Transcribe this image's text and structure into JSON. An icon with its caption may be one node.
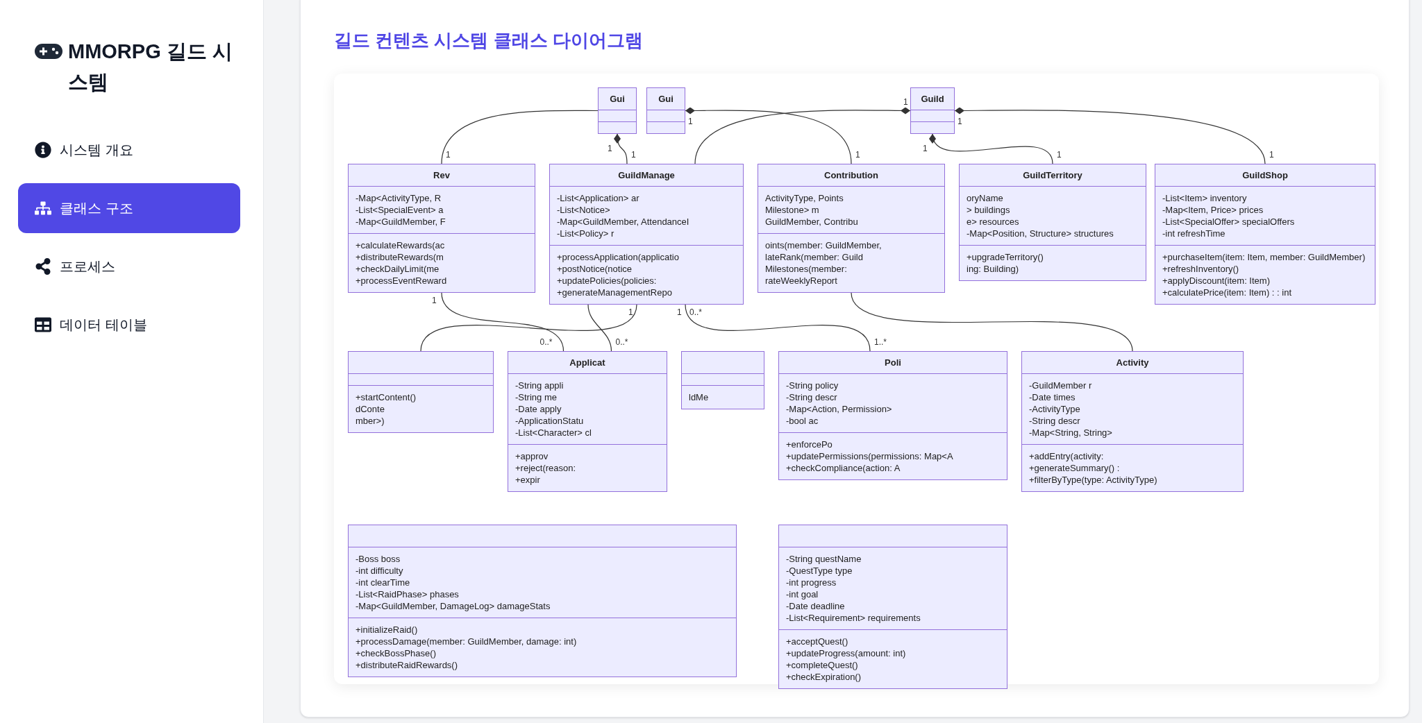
{
  "diagram": {
    "title": "길드 컨텐츠 시스템 클래스 다이어그램",
    "nodes": [
      {
        "text": [
          "Gui"
        ]
      },
      {
        "text": [
          "Gui"
        ]
      },
      {
        "text": [
          "Guild"
        ]
      },
      {
        "text": [
          "Rev",
          "-Map<ActivityType, R",
          "-List<SpecialEvent> a",
          "-Map<GuildMember, F",
          "+calculateRewards(ac",
          "+distributeRewards(m",
          "+checkDailyLimit(me",
          "+processEventReward"
        ]
      },
      {
        "text": [
          "GuildManage",
          "-List<Application> ar",
          "-List<Notice>",
          "-Map<GuildMember, AttendanceI",
          "-List<Policy> r",
          "+processApplication(applicatio",
          "+postNotice(notice",
          "+updatePolicies(policies:",
          "+generateManagementRepo"
        ]
      },
      {
        "text": [
          "Contribution",
          "ActivityType, Points",
          "Milestone> m",
          "GuildMember, Contribu",
          "oints(member: GuildMember,",
          "lateRank(member: Guild",
          "Milestones(member:",
          "rateWeeklyReport"
        ]
      },
      {
        "text": [
          "GuildTerritory",
          "oryName",
          "> buildings",
          "e> resources",
          "-Map<Position, Structure> structures",
          "+upgradeTerritory()",
          "ing: Building)"
        ]
      },
      {
        "text": [
          "GuildShop",
          "-List<Item> inventory",
          "-Map<Item, Price> prices",
          "-List<SpecialOffer> specialOffers",
          "-int refreshTime",
          "+purchaseItem(item: Item, member: GuildMember)",
          "+refreshInventory()",
          "+applyDiscount(item: Item)",
          "+calculatePrice(item: Item) : : int"
        ]
      },
      {
        "text": [
          "+startContent()",
          "dConte",
          "mber>)"
        ]
      },
      {
        "text": [
          "Applicat",
          "-String appli",
          "-String me",
          "-Date apply",
          "-ApplicationStatu",
          "-List<Character> cl",
          "+approv",
          "+reject(reason:",
          "+expir"
        ]
      },
      {
        "text": [
          "ldMe"
        ]
      },
      {
        "text": [
          "Poli",
          "-String policy",
          "-String descr",
          "-Map<Action, Permission>",
          "-bool ac",
          "+enforcePo",
          "+updatePermissions(permissions: Map<A",
          "+checkCompliance(action: A"
        ]
      },
      {
        "text": [
          "Activity",
          "-GuildMember r",
          "-Date times",
          "-ActivityType",
          "-String descr",
          "-Map<String, String>",
          "+addEntry(activity:",
          "+generateSummary() :",
          "+filterByType(type: ActivityType)"
        ]
      },
      {
        "text": [
          "-Boss boss",
          "-int difficulty",
          "-int clearTime",
          "-List<RaidPhase> phases",
          "-Map<GuildMember, DamageLog> damageStats",
          "+initializeRaid()",
          "+processDamage(member: GuildMember, damage: int)",
          "+checkBossPhase()",
          "+distributeRaidRewards()"
        ]
      },
      {
        "text": [
          "-String questName",
          "-QuestType type",
          "-int progress",
          "-int goal",
          "-Date deadline",
          "-List<Requirement> requirements",
          "+acceptQuest()",
          "+updateProgress(amount: int)",
          "+completeQuest()",
          "+checkExpiration()"
        ]
      }
    ],
    "edges": [
      {
        "from": 0,
        "to": 3,
        "arrow": "none"
      },
      {
        "from": 0,
        "to": 4,
        "arrow": "other"
      },
      {
        "from": 1,
        "to": 5,
        "arrow": "other"
      },
      {
        "from": 2,
        "to": 4,
        "arrow": "other"
      },
      {
        "from": 2,
        "to": 6,
        "arrow": "other"
      },
      {
        "from": 2,
        "to": 7,
        "arrow": "other"
      },
      {
        "from": 3,
        "to": 9,
        "arrow": "none"
      },
      {
        "from": 4,
        "to": 9,
        "arrow": "none"
      },
      {
        "from": 4,
        "to": 11,
        "arrow": "none"
      },
      {
        "from": 4,
        "to": 8,
        "arrow": "none"
      },
      {
        "from": 5,
        "to": 12,
        "arrow": "none"
      }
    ],
    "labels": [
      "MMORPG 길드 시스템",
      "시스템 개요",
      "클래스 구조",
      "프로세스",
      "데이터 테이블",
      "1",
      "1",
      "1",
      "1",
      "1",
      "1",
      "1",
      "1",
      "1",
      "1",
      "1",
      "0..*",
      "0..*",
      "1",
      "1",
      "0..*",
      "1..*"
    ]
  }
}
